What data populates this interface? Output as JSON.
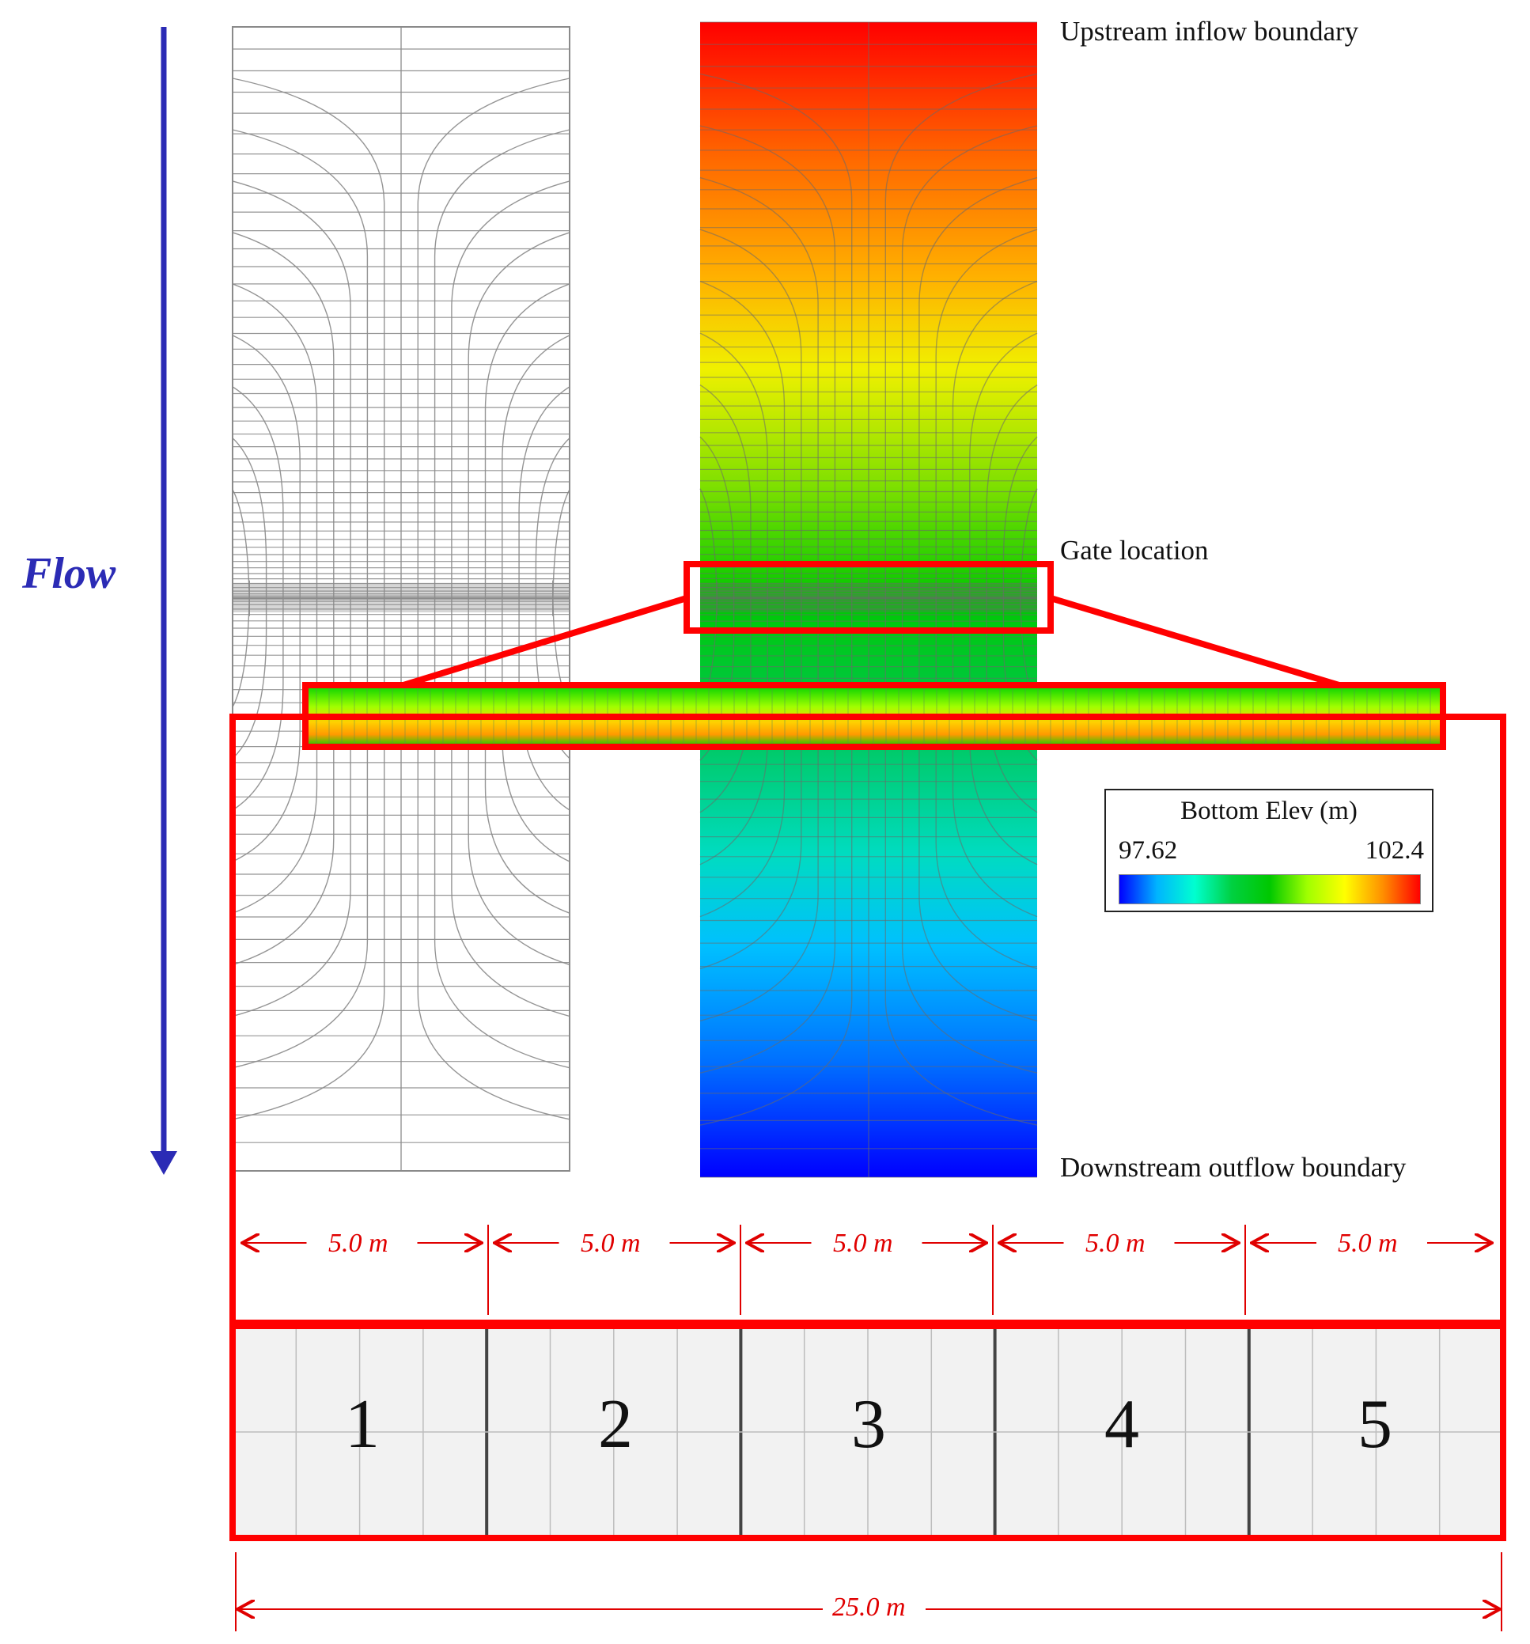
{
  "flow_label": "Flow",
  "annotations": {
    "upstream": "Upstream inflow boundary",
    "gate": "Gate location",
    "downstream": "Downstream outflow boundary"
  },
  "legend": {
    "title": "Bottom Elev (m)",
    "min": "97.62",
    "max": "102.4",
    "colors": [
      "#0000ff",
      "#00b4ff",
      "#00ffd0",
      "#00d040",
      "#00c800",
      "#a0ff00",
      "#ffff00",
      "#ff9000",
      "#ff0000"
    ]
  },
  "dimensions": {
    "segment_labels": [
      "5.0 m",
      "5.0 m",
      "5.0 m",
      "5.0 m",
      "5.0 m"
    ],
    "total_label": "25.0 m"
  },
  "panels": [
    "1",
    "2",
    "3",
    "4",
    "5"
  ],
  "colors": {
    "flow_arrow": "#2b2bb5",
    "highlight": "#ff0000",
    "mesh_line": "#8a8a8a"
  }
}
